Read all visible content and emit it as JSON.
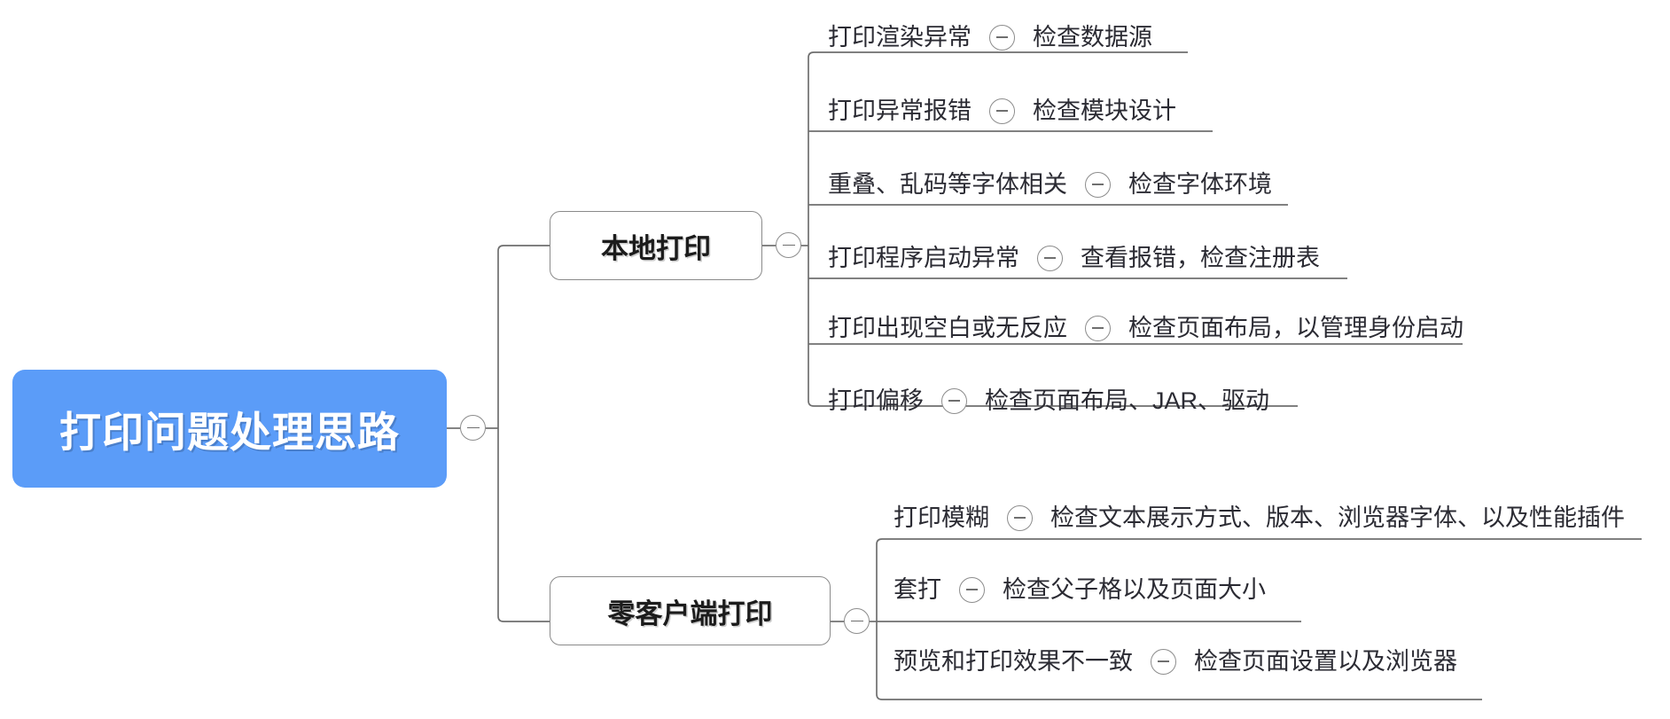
{
  "diagram": {
    "type": "mindmap",
    "title": "打印问题处理思路",
    "orientation": "left-to-right",
    "accent_color": "#5b9cf8",
    "line_color": "#6f6f6f",
    "text_color": "#2b2b33"
  },
  "root": {
    "label": "打印问题处理思路",
    "collapse_icon": "minus-circle-icon"
  },
  "branches": [
    {
      "id": "local-print",
      "label": "本地打印",
      "collapse_icon": "minus-circle-icon",
      "leaves": [
        {
          "topic": "打印渲染异常",
          "collapse_icon": "minus-circle-icon",
          "action": "检查数据源"
        },
        {
          "topic": "打印异常报错",
          "collapse_icon": "minus-circle-icon",
          "action": "检查模块设计"
        },
        {
          "topic": "重叠、乱码等字体相关",
          "collapse_icon": "minus-circle-icon",
          "action": "检查字体环境"
        },
        {
          "topic": "打印程序启动异常",
          "collapse_icon": "minus-circle-icon",
          "action": "查看报错，检查注册表"
        },
        {
          "topic": "打印出现空白或无反应",
          "collapse_icon": "minus-circle-icon",
          "action": "检查页面布局，以管理身份启动"
        },
        {
          "topic": "打印偏移",
          "collapse_icon": "minus-circle-icon",
          "action": "检查页面布局、JAR、驱动"
        }
      ]
    },
    {
      "id": "zero-client-print",
      "label": "零客户端打印",
      "collapse_icon": "minus-circle-icon",
      "leaves": [
        {
          "topic": "打印模糊",
          "collapse_icon": "minus-circle-icon",
          "action": "检查文本展示方式、版本、浏览器字体、以及性能插件"
        },
        {
          "topic": "套打",
          "collapse_icon": "minus-circle-icon",
          "action": "检查父子格以及页面大小"
        },
        {
          "topic": "预览和打印效果不一致",
          "collapse_icon": "minus-circle-icon",
          "action": "检查页面设置以及浏览器"
        }
      ]
    }
  ]
}
